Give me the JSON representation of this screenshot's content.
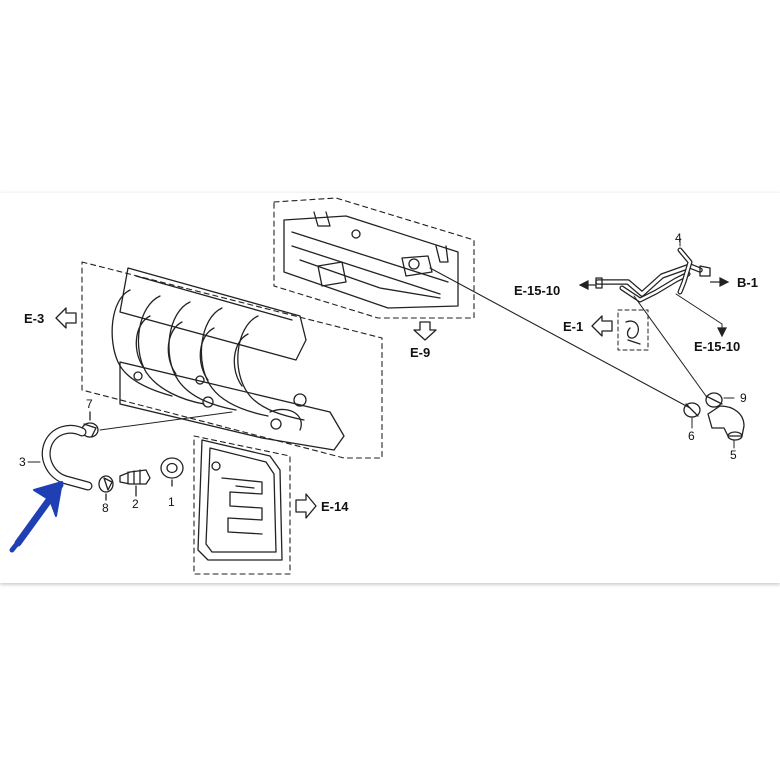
{
  "colors": {
    "arrow": "#1f3fb4",
    "line": "#222222",
    "background": "#ffffff"
  },
  "refs": {
    "e3": "E-3",
    "e9": "E-9",
    "e14": "E-14",
    "e1": "E-1",
    "b1": "B-1",
    "e15_10_left": "E-15-10",
    "e15_10_right": "E-15-10"
  },
  "parts": {
    "p1": "1",
    "p2": "2",
    "p3": "3",
    "p4": "4",
    "p5": "5",
    "p6": "6",
    "p7": "7",
    "p8": "8",
    "p9": "9"
  },
  "highlight": {
    "target_part": "3",
    "icon": "pointer-arrow-icon"
  }
}
